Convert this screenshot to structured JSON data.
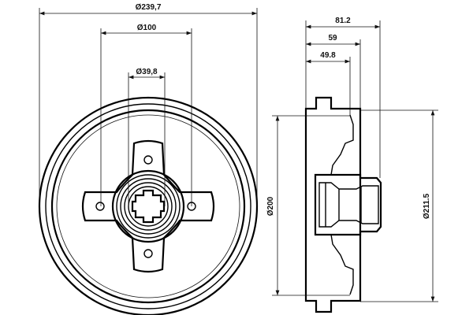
{
  "front_view": {
    "outer_diameter_label": "Ø239,7",
    "bolt_circle_label": "Ø100",
    "center_bore_label": "Ø39,8"
  },
  "side_view": {
    "overall_height_label": "81.2",
    "height_59_label": "59",
    "height_49_8_label": "49.8",
    "drum_inner_diameter_label": "Ø200",
    "drum_outer_diameter_label": "Ø211.5"
  }
}
